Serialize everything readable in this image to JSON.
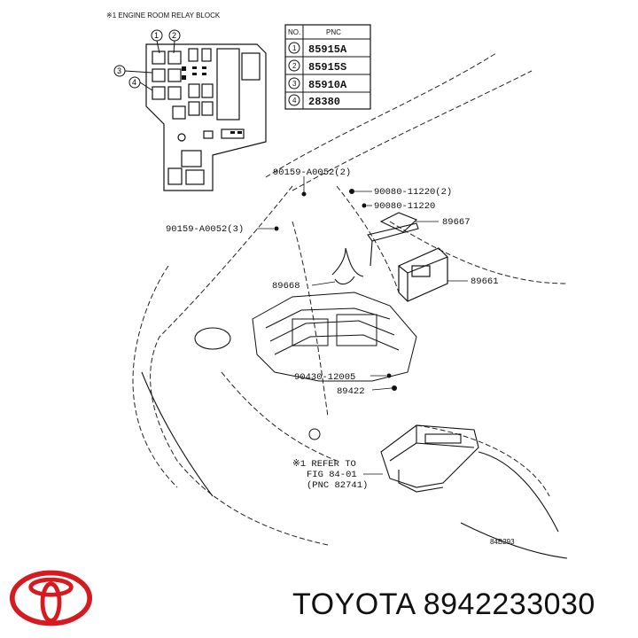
{
  "diagram": {
    "relay_block_title": "※1 ENGINE ROOM RELAY BLOCK",
    "table": {
      "header_no": "NO.",
      "header_pnc": "PNC",
      "rows": [
        {
          "no": "1",
          "pnc": "85915A"
        },
        {
          "no": "2",
          "pnc": "85915S"
        },
        {
          "no": "3",
          "pnc": "85910A"
        },
        {
          "no": "4",
          "pnc": "28380"
        }
      ]
    },
    "callouts": {
      "c1": "90159-A0052(2)",
      "c2": "90080-11220(2)",
      "c3": "90080-11220",
      "c4": "89667",
      "c5": "90159-A0052(3)",
      "c6": "89661",
      "c7": "89668",
      "c8": "90430-12005",
      "c9": "89422",
      "ref1": "※1 REFER TO",
      "ref2": "FIG 84-01",
      "ref3": "(PNC 82741)"
    },
    "figure_code": "84B293",
    "relay_numbers": [
      "1",
      "2",
      "3",
      "4"
    ]
  },
  "footer": {
    "brand": "TOYOTA",
    "part_number": "8942233030",
    "logo_icon": "toyota-logo-icon",
    "logo_color": "#d71920"
  }
}
